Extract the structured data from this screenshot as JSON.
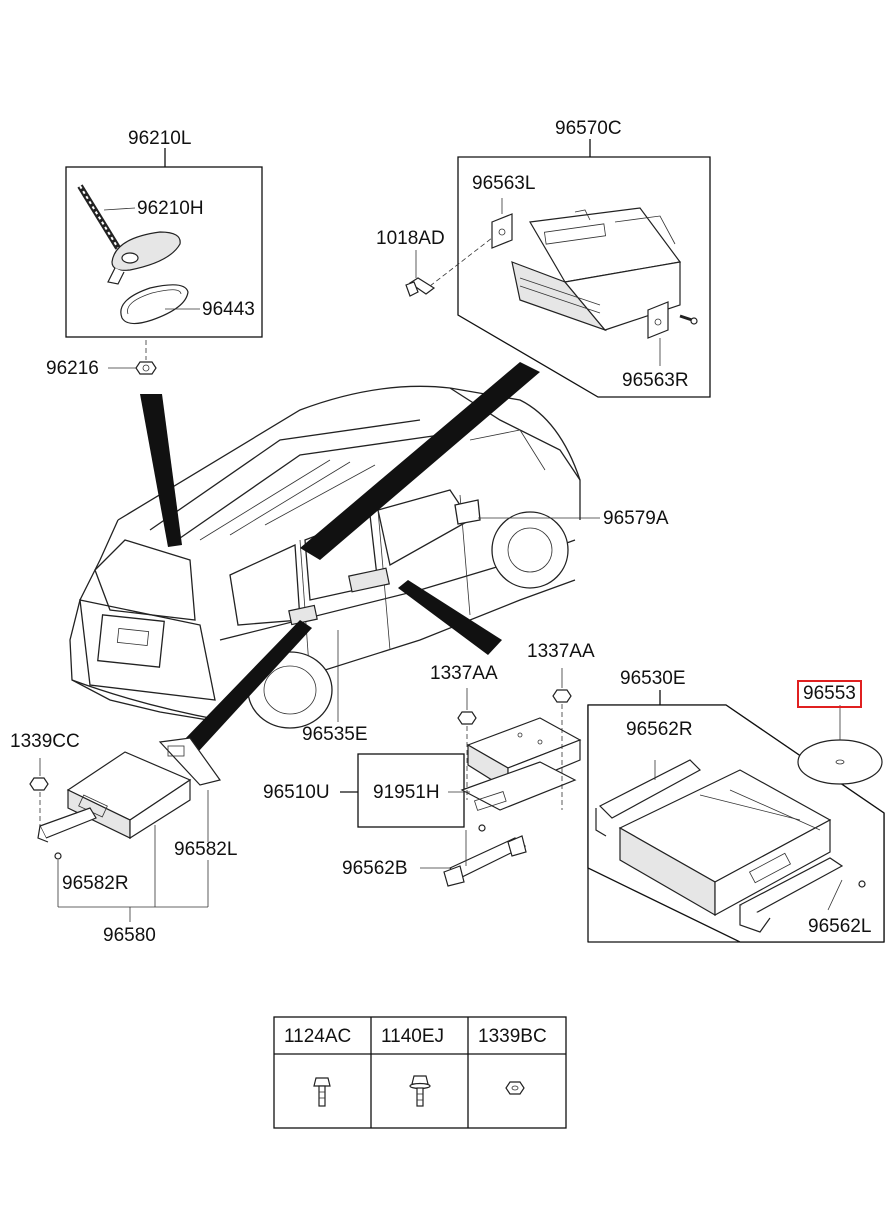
{
  "labels": {
    "l_96210L": "96210L",
    "l_96210H": "96210H",
    "l_96443": "96443",
    "l_96216": "96216",
    "l_96570C": "96570C",
    "l_96563L": "96563L",
    "l_1018AD": "1018AD",
    "l_96563R": "96563R",
    "l_96579A": "96579A",
    "l_96535E": "96535E",
    "l_1337AA_a": "1337AA",
    "l_1337AA_b": "1337AA",
    "l_96530E": "96530E",
    "l_96553": "96553",
    "l_96562R_r": "96562R",
    "l_96510U": "96510U",
    "l_91951H": "91951H",
    "l_96562B": "96562B",
    "l_96562L_r": "96562L",
    "l_1339CC": "1339CC",
    "l_96582L": "96582L",
    "l_96582R": "96582R",
    "l_96580": "96580"
  },
  "fastener_table": {
    "headers": [
      "1124AC",
      "1140EJ",
      "1339BC"
    ],
    "icons": [
      "bolt-icon",
      "flange-bolt-icon",
      "nut-icon"
    ]
  },
  "highlight_color": "#e02020"
}
